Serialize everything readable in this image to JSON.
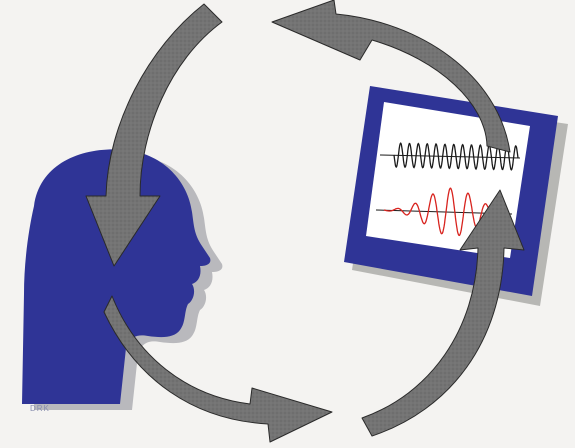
{
  "figure": {
    "artist_initials": "DRK",
    "colors": {
      "background": "#f4f3f1",
      "head": "#2f3496",
      "head_dark": "#1f2370",
      "arrow": "#6f6f6f",
      "arrow_edge": "#2a2a2a",
      "monitor_frame": "#2f3496",
      "screen": "#ffffff",
      "signal_top": "#1a1a1a",
      "signal_bottom": "#d8231e"
    },
    "elements": {
      "head": "human-head-silhouette",
      "monitor": "signal-display-monitor",
      "cycle": "four-arrow-feedback-loop"
    }
  }
}
